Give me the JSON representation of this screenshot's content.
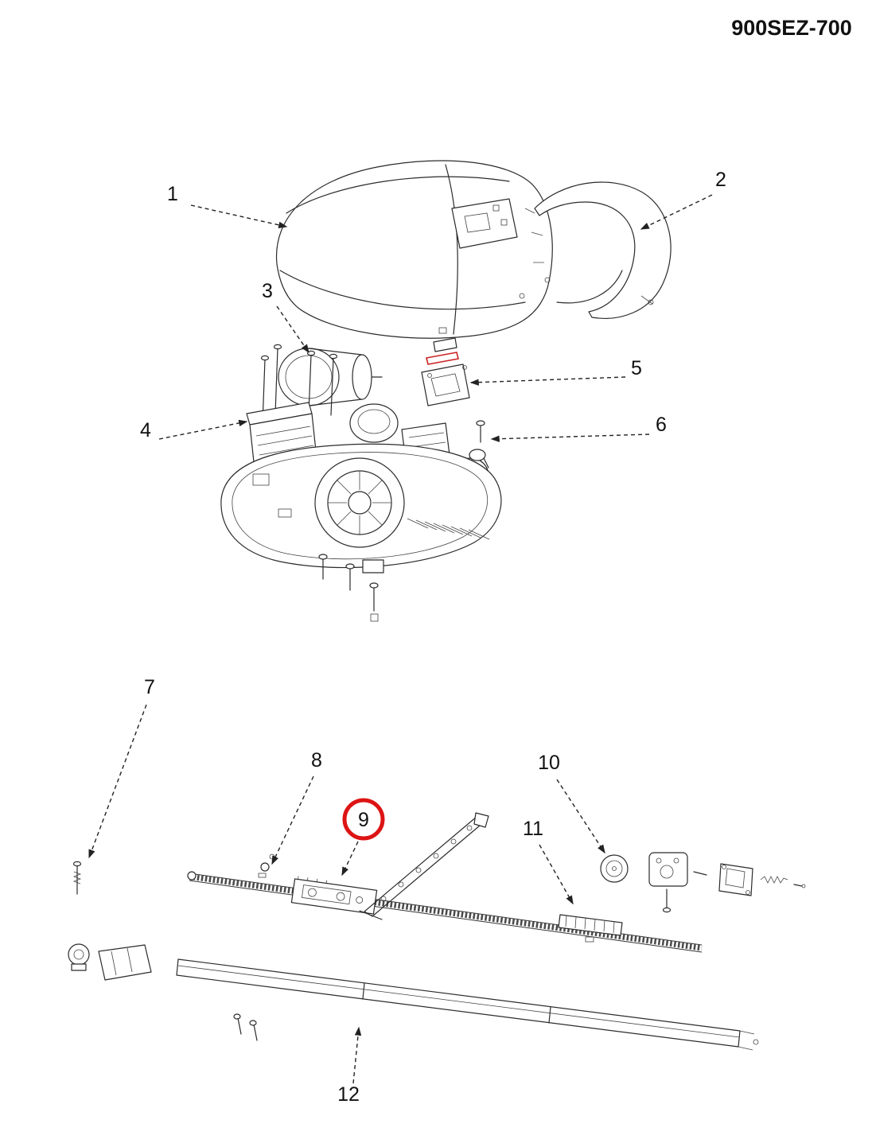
{
  "header": {
    "title": "900SEZ-700"
  },
  "diagram": {
    "highlight_color": "#dd1414",
    "callouts": [
      {
        "label": "1"
      },
      {
        "label": "2"
      },
      {
        "label": "3"
      },
      {
        "label": "4"
      },
      {
        "label": "5"
      },
      {
        "label": "6"
      },
      {
        "label": "7"
      },
      {
        "label": "8"
      },
      {
        "label": "9",
        "highlighted": true
      },
      {
        "label": "10"
      },
      {
        "label": "11"
      },
      {
        "label": "12"
      }
    ]
  }
}
